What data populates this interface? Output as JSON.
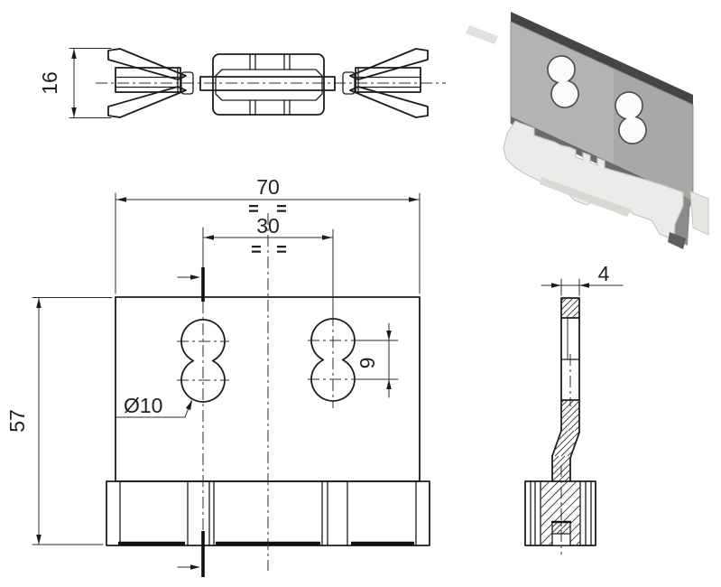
{
  "drawing": {
    "colors": {
      "line": "#1c1c1c",
      "metal_face": "#b3b3b1",
      "metal_edge": "#454543",
      "plastic_clip": "#ebebe9",
      "background": "#ffffff"
    },
    "views": {
      "top_view": {
        "height": "16"
      },
      "front_view": {
        "width": "70",
        "hole_spacing": "30",
        "hole_diameter": "Ø10",
        "hole_pitch": "9",
        "height": "57",
        "symmetry_mark": "="
      },
      "section_view": {
        "thickness": "4"
      }
    }
  }
}
